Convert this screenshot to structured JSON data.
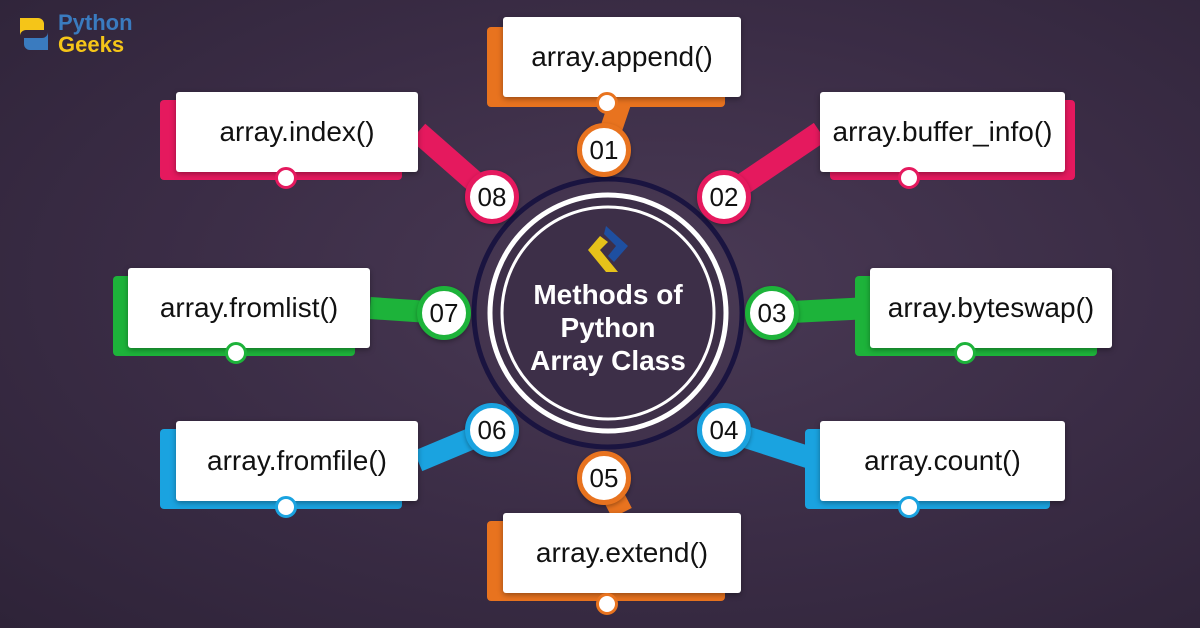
{
  "brand": {
    "line1": "Python",
    "line2": "Geeks",
    "color1": "#3a7bbf",
    "color2": "#f5c518"
  },
  "center": {
    "title_lines": [
      "Methods of",
      "Python",
      "Array Class"
    ],
    "ring_color": "#1a1440"
  },
  "colors": {
    "orange": "#e8731f",
    "pink": "#e5195e",
    "green": "#1db33a",
    "blue": "#1aa3e0"
  },
  "methods": [
    {
      "number": "01",
      "label": "array.append()",
      "color": "#e8731f"
    },
    {
      "number": "02",
      "label": "array.buffer_info()",
      "color": "#e5195e"
    },
    {
      "number": "03",
      "label": "array.byteswap()",
      "color": "#1db33a"
    },
    {
      "number": "04",
      "label": "array.count()",
      "color": "#1aa3e0"
    },
    {
      "number": "05",
      "label": "array.extend()",
      "color": "#e8731f"
    },
    {
      "number": "06",
      "label": "array.fromfile()",
      "color": "#1aa3e0"
    },
    {
      "number": "07",
      "label": "array.fromlist()",
      "color": "#1db33a"
    },
    {
      "number": "08",
      "label": "array.index()",
      "color": "#e5195e"
    }
  ]
}
